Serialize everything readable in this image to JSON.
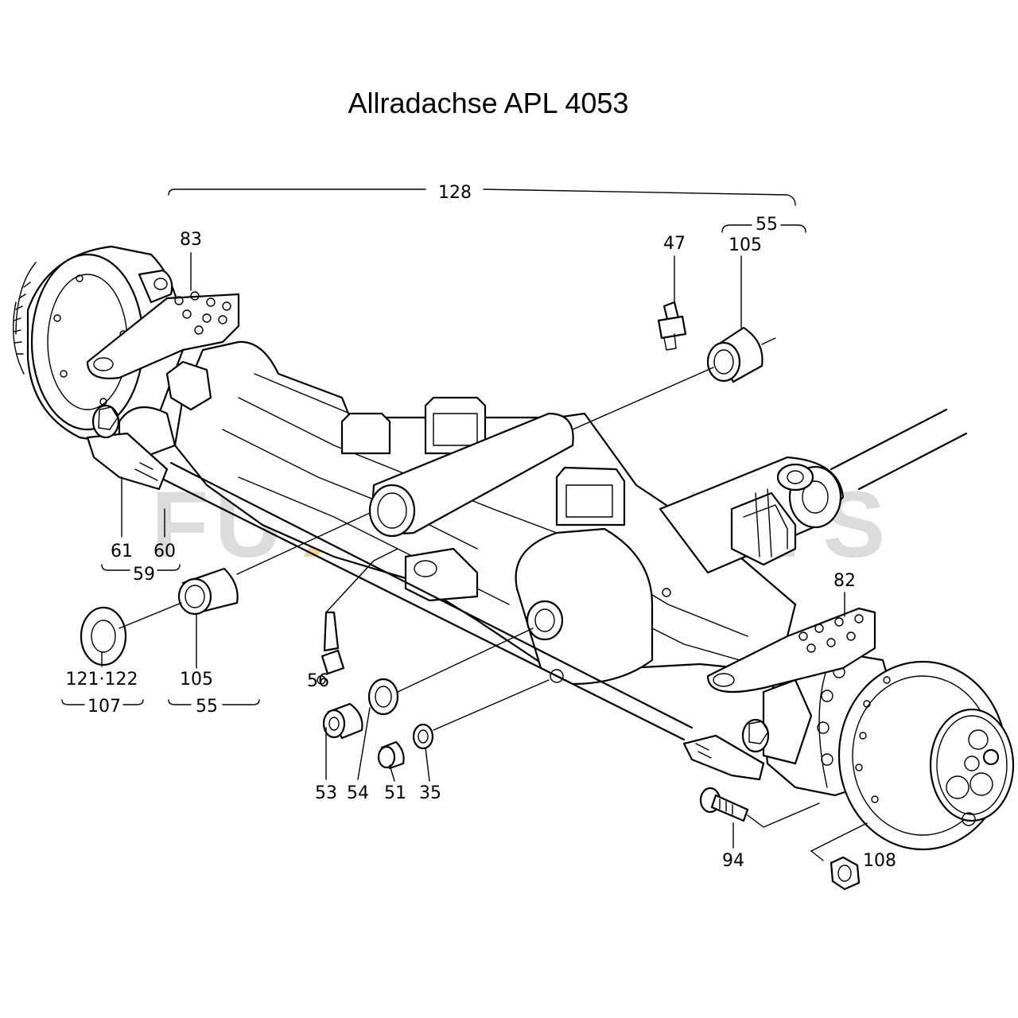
{
  "title": "Allradachse APL 4053",
  "watermark": {
    "left": "FU",
    "mid": "XX",
    "right": "PARTS",
    "mid_color": "#f2cf82",
    "side_color": "#d6d6d6"
  },
  "callouts": {
    "c128": "128",
    "c55_top": "55",
    "c47": "47",
    "c105_top": "105",
    "c83": "83",
    "c82": "82",
    "c61": "61",
    "c60": "60",
    "c59": "59",
    "c121_122": "121·122",
    "c107": "107",
    "c105_left": "105",
    "c55_left": "55",
    "c56": "56",
    "c53": "53",
    "c54": "54",
    "c51": "51",
    "c35": "35",
    "c94": "94",
    "c108": "108"
  },
  "colors": {
    "line": "#000000",
    "background": "#ffffff"
  }
}
